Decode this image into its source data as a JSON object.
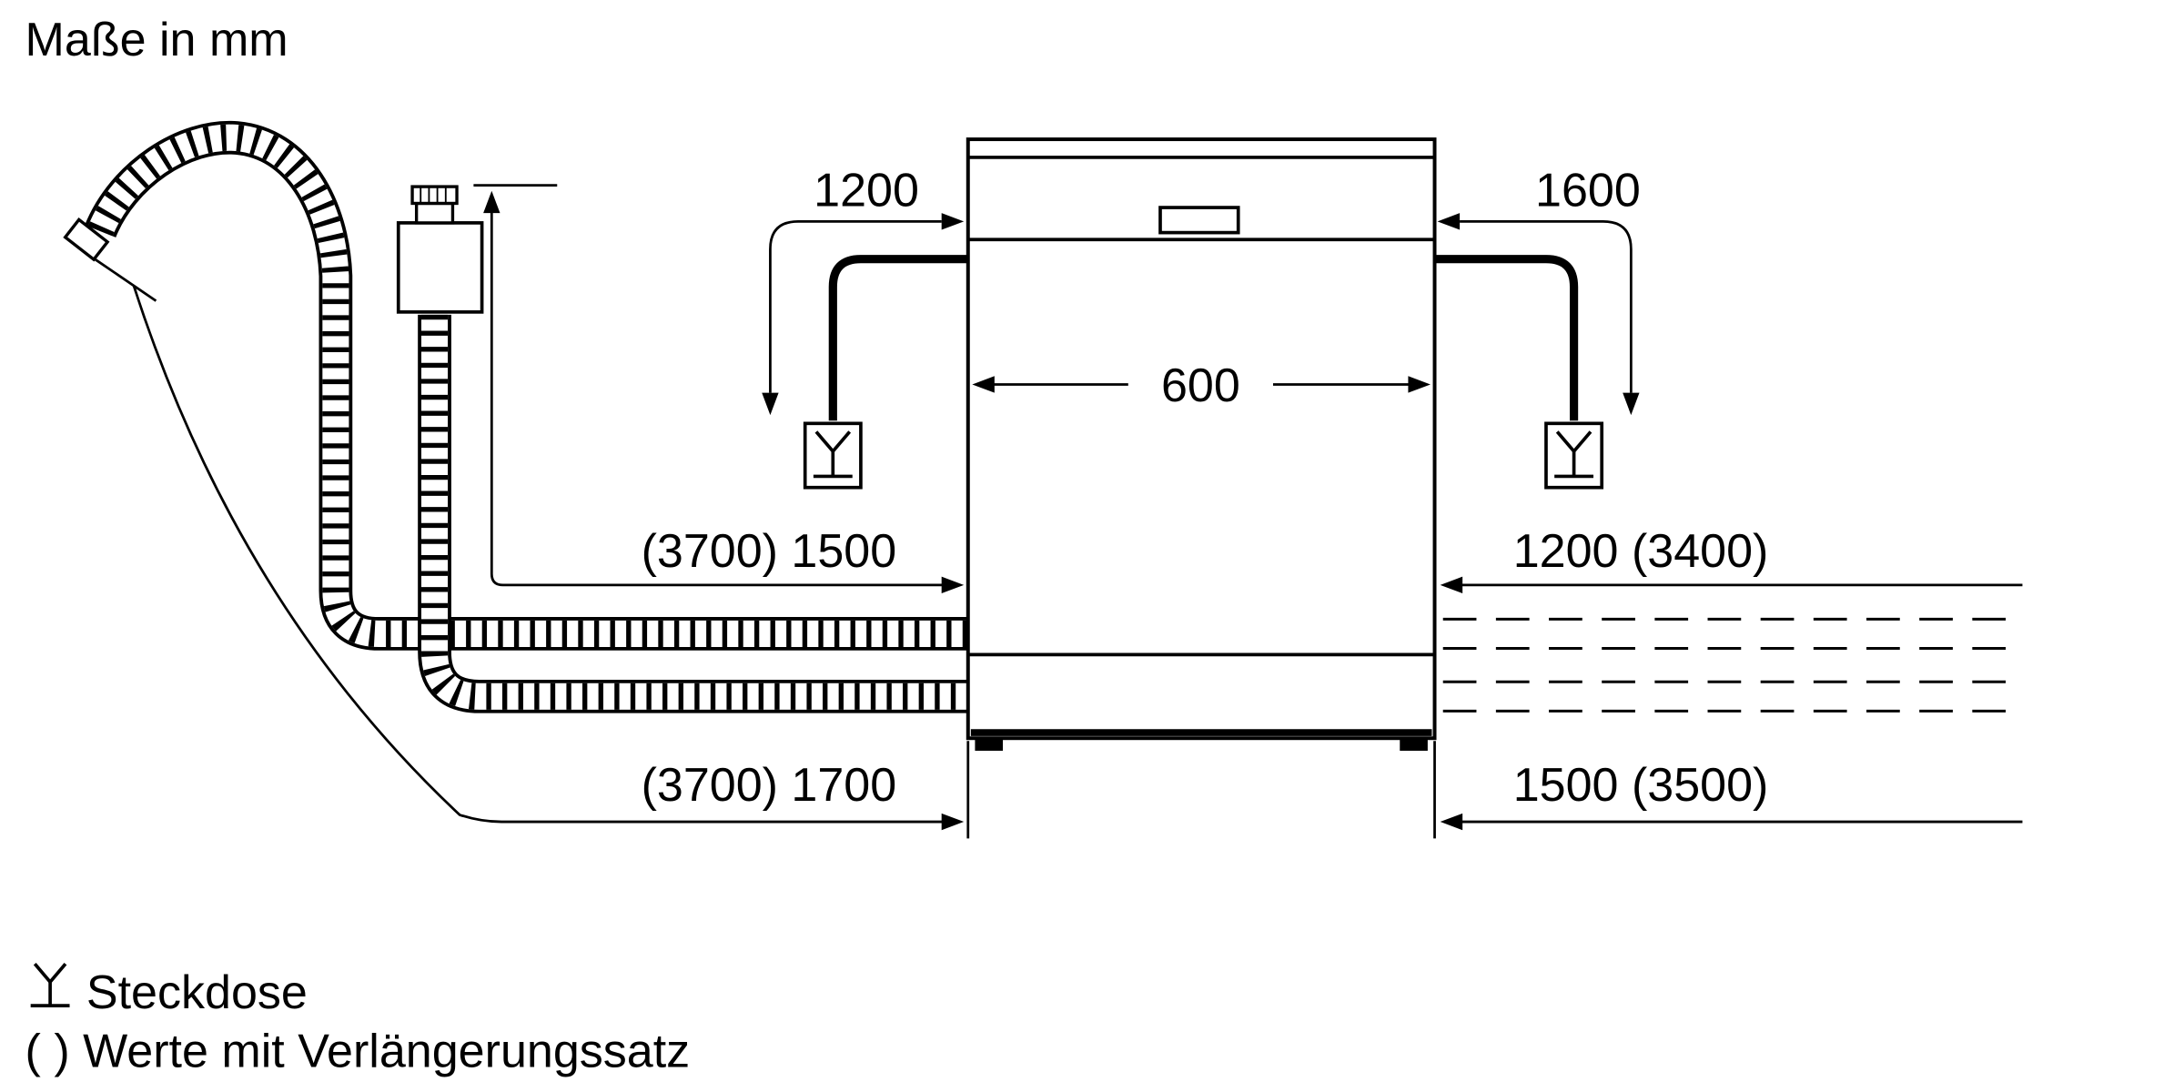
{
  "title": "Maße in mm",
  "dimensions": {
    "cable_left": "1200",
    "cable_right": "1600",
    "width": "600",
    "hose_left_upper": "(3700) 1500",
    "hose_left_lower": "(3700) 1700",
    "hose_right_upper": "1200 (3400)",
    "hose_right_lower": "1500 (3500)"
  },
  "legend": {
    "socket": "Steckdose",
    "extension": "( ) Werte mit Verlängerungssatz"
  },
  "colors": {
    "ink": "#000000",
    "background": "#ffffff"
  }
}
